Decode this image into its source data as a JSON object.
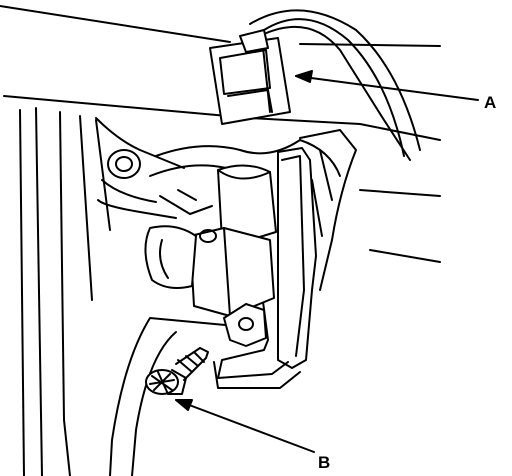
{
  "callouts": [
    {
      "id": "A",
      "label": "A"
    },
    {
      "id": "B",
      "label": "B"
    }
  ],
  "colors": {
    "ink": "#000000",
    "paper": "#ffffff"
  }
}
